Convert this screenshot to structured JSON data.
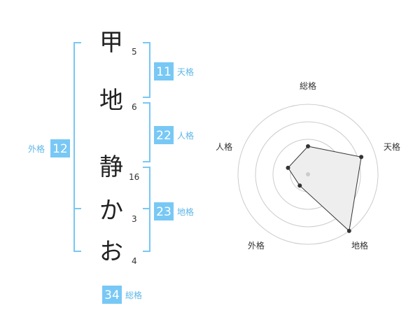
{
  "name_chars": [
    {
      "char": "甲",
      "strokes": "5"
    },
    {
      "char": "地",
      "strokes": "6"
    },
    {
      "char": "静",
      "strokes": "16"
    },
    {
      "char": "か",
      "strokes": "3"
    },
    {
      "char": "お",
      "strokes": "4"
    }
  ],
  "fortunes": {
    "tenkaku": {
      "label": "天格",
      "value": "11"
    },
    "jinkaku": {
      "label": "人格",
      "value": "22"
    },
    "chikaku": {
      "label": "地格",
      "value": "23"
    },
    "gaikaku": {
      "label": "外格",
      "value": "12"
    },
    "soukaku": {
      "label": "総格",
      "value": "34"
    }
  },
  "colors": {
    "accent": "#78c8f5",
    "bracket": "#78c8f5",
    "radar_fill": "#eeeeee",
    "radar_line": "#333333",
    "ring": "#cccccc"
  },
  "chart_data": {
    "type": "radar",
    "categories": [
      "総格",
      "天格",
      "地格",
      "外格",
      "人格"
    ],
    "values": [
      2,
      4,
      5,
      1,
      1.5
    ],
    "rmax": 5,
    "rings": 4,
    "grid": true
  }
}
